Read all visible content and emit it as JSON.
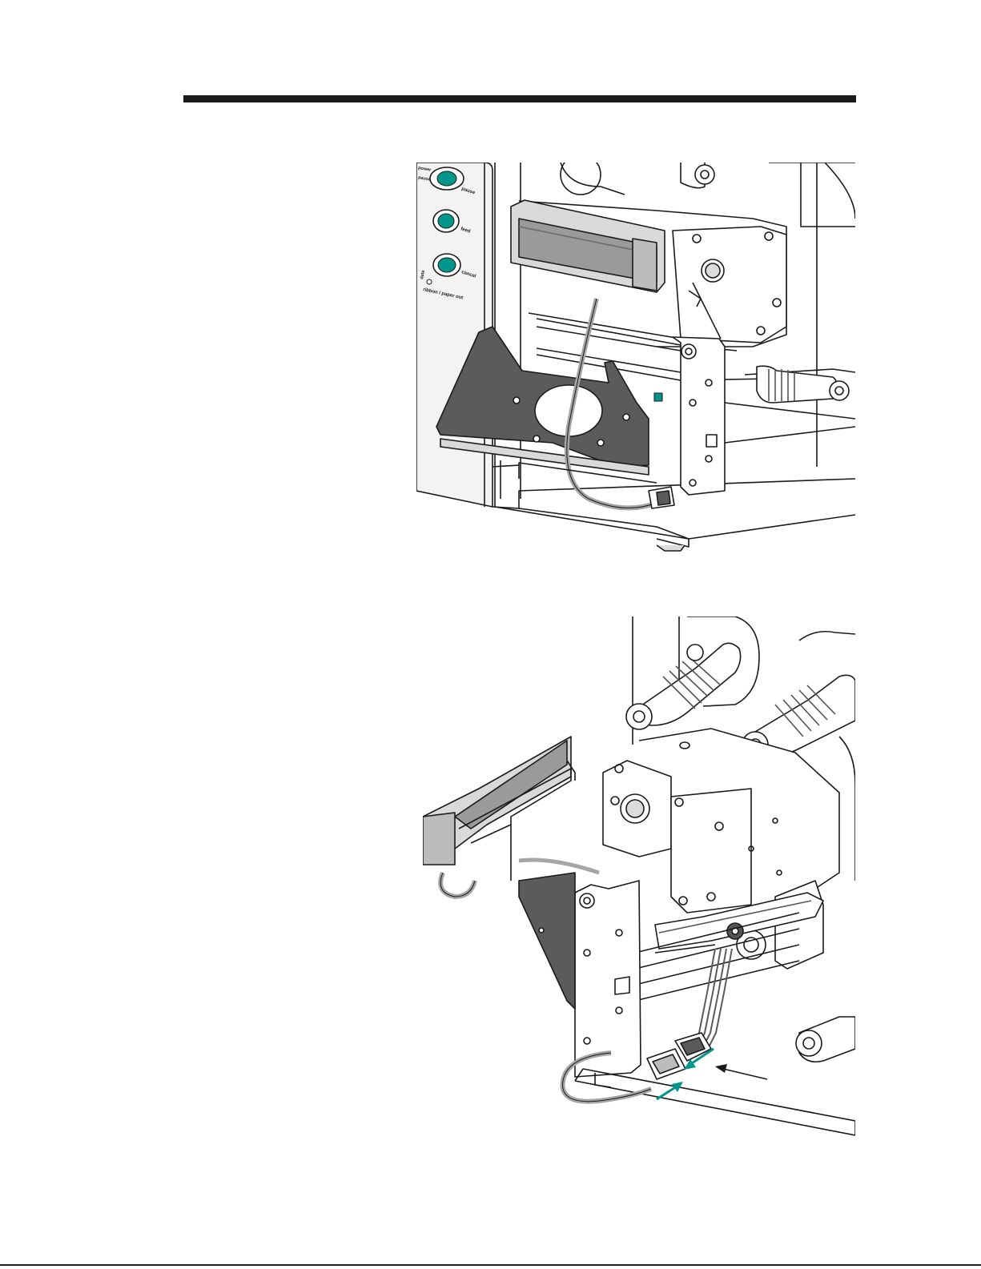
{
  "colors": {
    "accent": "#00968c",
    "ink": "#1a1a1a",
    "dark_gray": "#5b5b5b",
    "mid_gray": "#a6a6a6",
    "light_gray": "#d9d9d9"
  },
  "figure1": {
    "control_panel": {
      "buttons": [
        {
          "label": "pause",
          "icon": "led-button-icon"
        },
        {
          "label": "feed",
          "icon": "led-button-icon"
        },
        {
          "label": "cancel",
          "icon": "led-button-icon"
        }
      ],
      "side_labels": [
        "power",
        "pause",
        "data",
        "ribbon / paper out"
      ]
    }
  },
  "figure2": {
    "callout_icon": "arrow-icon"
  }
}
